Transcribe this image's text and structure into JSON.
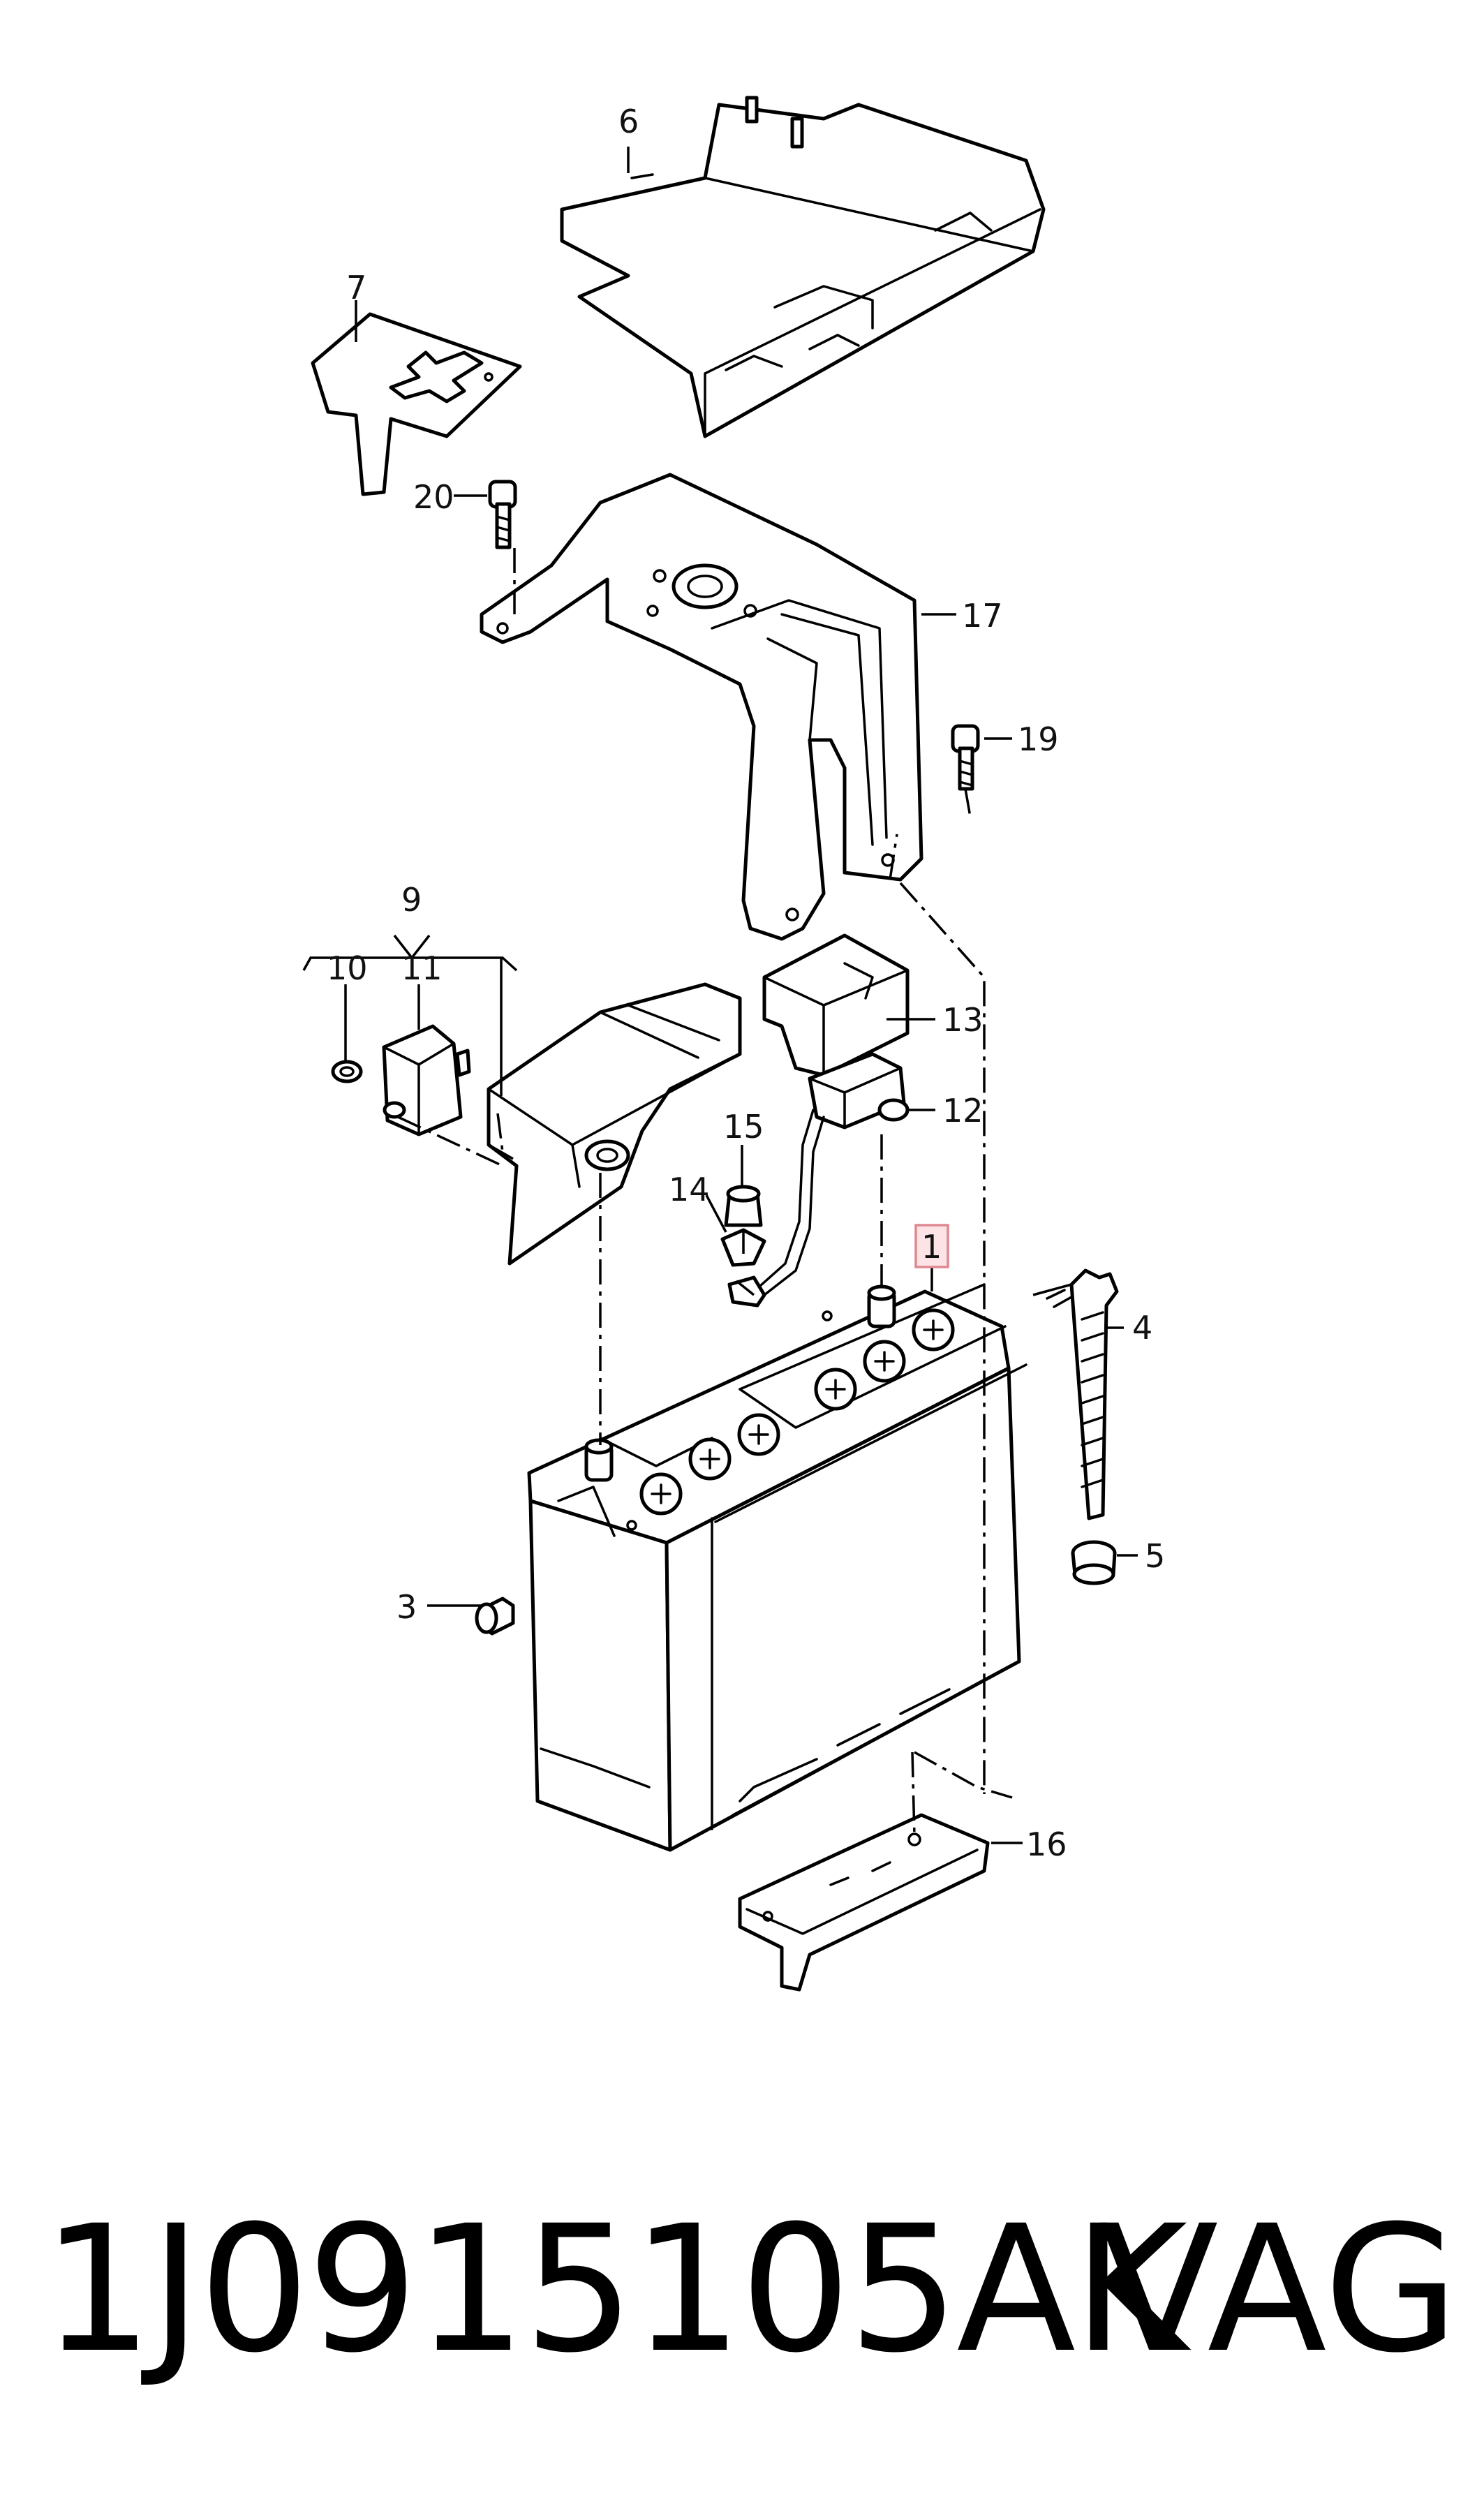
{
  "diagram": {
    "callouts": {
      "c1": "1",
      "c3": "3",
      "c4": "4",
      "c5": "5",
      "c6": "6",
      "c7": "7",
      "c9": "9",
      "c10": "10",
      "c11": "11",
      "c12": "12",
      "c13": "13",
      "c14": "14",
      "c15": "15",
      "c16": "16",
      "c17": "17",
      "c19": "19",
      "c20": "20"
    },
    "highlighted_callout": "1",
    "highlight_color": "#e08892"
  },
  "footer": {
    "part_number": "1J0915105AK",
    "brand": "VAG"
  }
}
